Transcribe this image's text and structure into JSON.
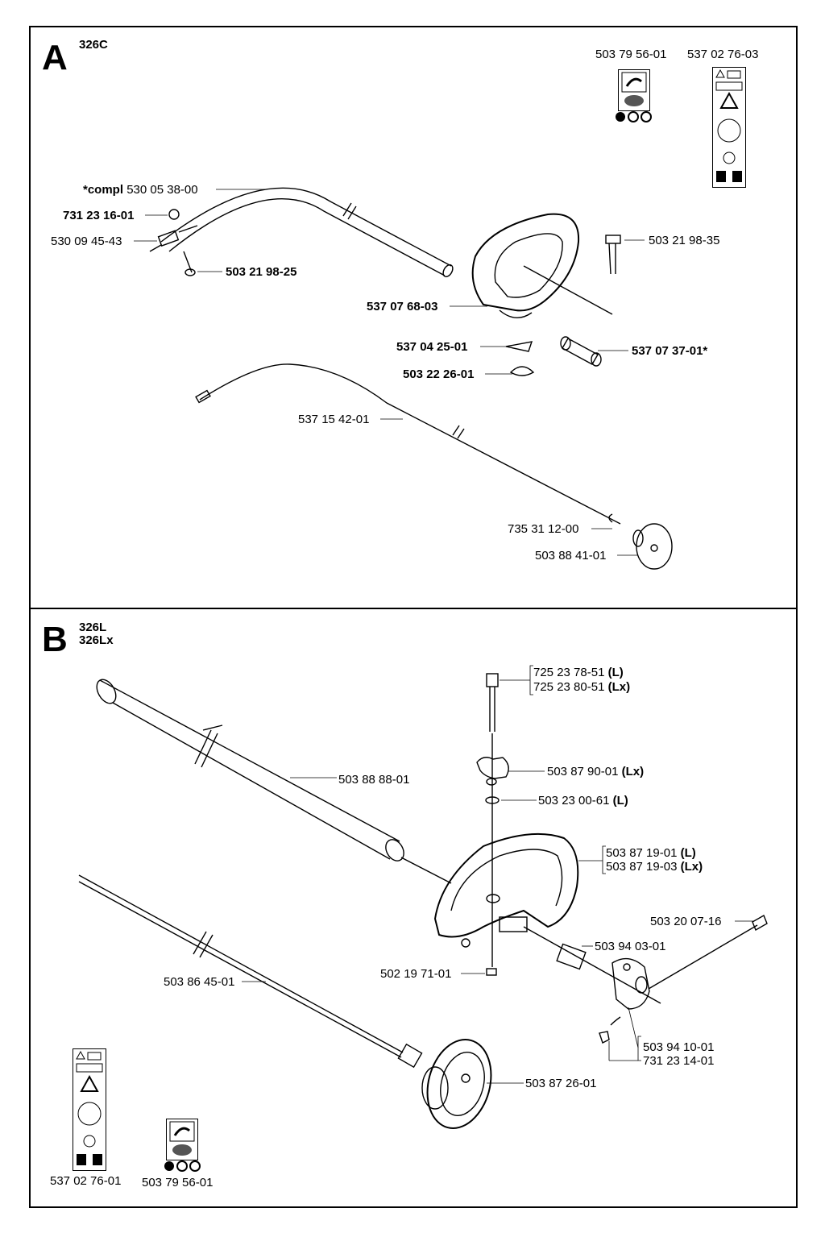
{
  "section_a": {
    "letter": "A",
    "model": "326C",
    "labels": {
      "decal_1": "503 79 56-01",
      "decal_2": "537 02 76-03",
      "compl_prefix": "*compl",
      "compl_num": "530 05 38-00",
      "p1": "731 23 16-01",
      "p2": "530 09 45-43",
      "p3": "503 21 98-25",
      "p4": "503 21 98-35",
      "p5": "537 07 68-03",
      "p6": "537 04 25-01",
      "p7": "537 07 37-01*",
      "p8": "503 22 26-01",
      "p9": "537 15 42-01",
      "p10": "735 31 12-00",
      "p11": "503 88 41-01"
    }
  },
  "section_b": {
    "letter": "B",
    "model_1": "326L",
    "model_2": "326Lx",
    "labels": {
      "q1a": "725 23 78-51",
      "q1a_sfx": "(L)",
      "q1b": "725 23 80-51",
      "q1b_sfx": "(Lx)",
      "q2": "503 88 88-01",
      "q3": "503 87 90-01",
      "q3_sfx": "(Lx)",
      "q4": "503 23 00-61",
      "q4_sfx": "(L)",
      "q5a": "503 87 19-01",
      "q5a_sfx": "(L)",
      "q5b": "503 87 19-03",
      "q5b_sfx": "(Lx)",
      "q6": "503 20 07-16",
      "q7": "503 94 03-01",
      "q8": "502 19 71-01",
      "q9": "503 86 45-01",
      "q10": "503 94 10-01",
      "q11": "731 23 14-01",
      "q12": "503 87 26-01",
      "decal_1": "537 02 76-01",
      "decal_2": "503 79 56-01"
    }
  }
}
